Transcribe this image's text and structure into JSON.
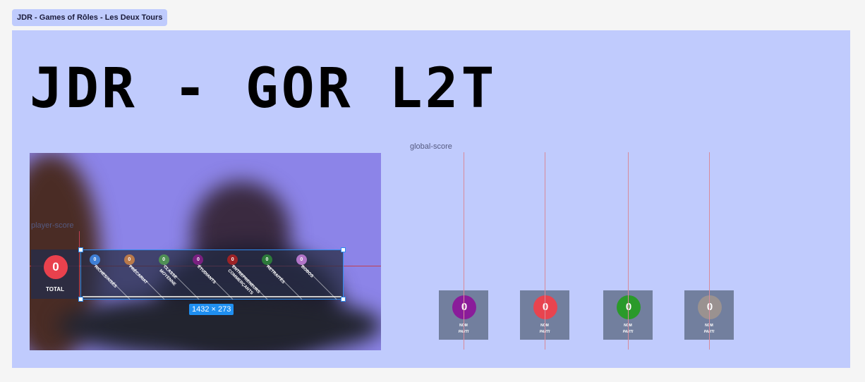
{
  "frame_tab": "JDR - Games of Rôles - Les Deux Tours",
  "title": "JDR - GOR L2T",
  "player_score": {
    "label": "player-score",
    "total_value": "0",
    "total_label": "TOTAL",
    "selection_size": "1432 × 273",
    "categories": [
      {
        "value": "0",
        "label": "RICHES/AISÉS",
        "color": "#3f7fd6"
      },
      {
        "value": "0",
        "label": "PRÉCARIAT",
        "color": "#b9794a"
      },
      {
        "value": "0",
        "label": "CLASSE\nMOYENNE",
        "color": "#4f8f55"
      },
      {
        "value": "0",
        "label": "ÉTUDIANTS",
        "color": "#7a2080"
      },
      {
        "value": "0",
        "label": "ENTREPRENEURS\nCOMMERÇANTS",
        "color": "#9c2226"
      },
      {
        "value": "0",
        "label": "RETRAITÉS",
        "color": "#2d7a3a"
      },
      {
        "value": "0",
        "label": "BOBOS",
        "color": "#b275c8"
      }
    ]
  },
  "global_score": {
    "label": "global-score",
    "players": [
      {
        "value": "0",
        "name": "NOM",
        "party": "PARTI",
        "color": "#8a1c9a"
      },
      {
        "value": "0",
        "name": "NOM",
        "party": "PARTI",
        "color": "#e8444f"
      },
      {
        "value": "0",
        "name": "NOM",
        "party": "PARTI",
        "color": "#2a9a2a"
      },
      {
        "value": "0",
        "name": "NOM",
        "party": "PARTI",
        "color": "#9a9290"
      }
    ]
  }
}
